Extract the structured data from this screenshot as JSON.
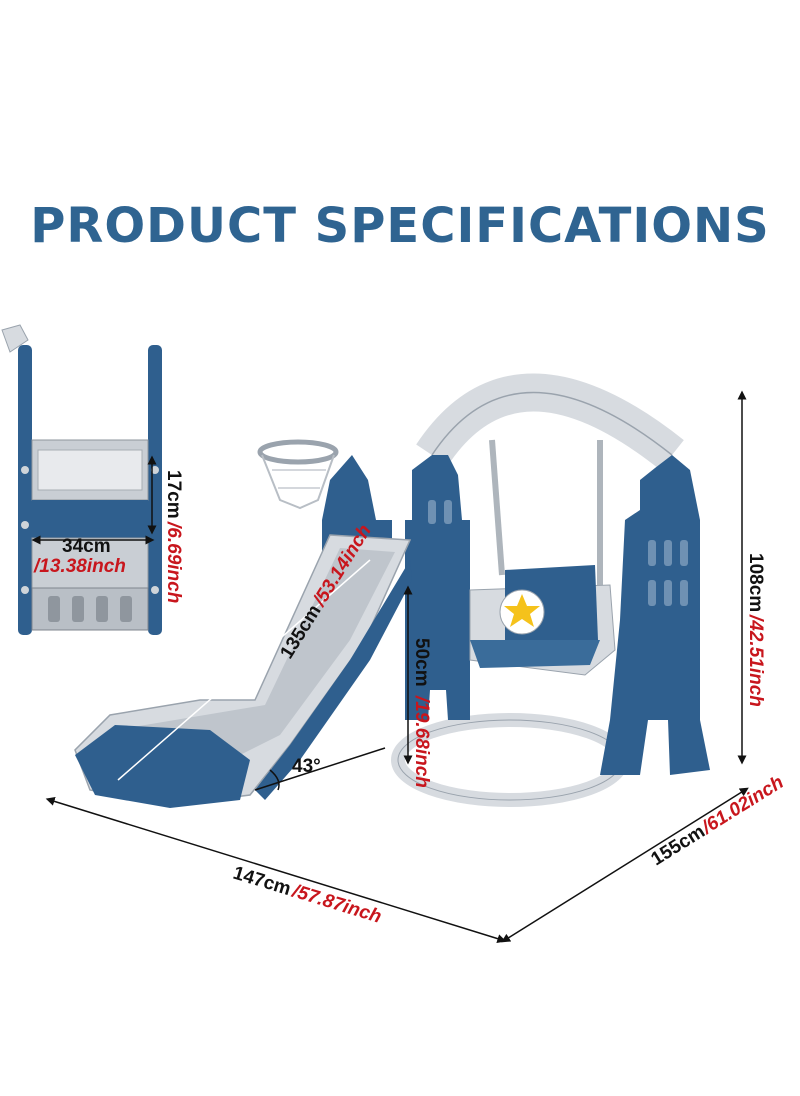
{
  "title": "PRODUCT SPECIFICATIONS",
  "colors": {
    "title": "#2f6491",
    "primary": "#2f5f8e",
    "light": "#d7dbe0",
    "metric": "#111111",
    "imperial": "#c8161d"
  },
  "dimensions": {
    "ladder_width": {
      "metric": "34cm",
      "imperial": "/13.38inch"
    },
    "ladder_step": {
      "metric": "17cm",
      "imperial": "/6.69inch"
    },
    "slide_length": {
      "metric": "135cm",
      "imperial": "/53.14inch"
    },
    "swing_height": {
      "metric": "50cm",
      "imperial": "/19.68inch"
    },
    "total_height": {
      "metric": "108cm",
      "imperial": "/42.51inch"
    },
    "depth": {
      "metric": "155cm",
      "imperial": "/61.02inch"
    },
    "width": {
      "metric": "147cm",
      "imperial": "/57.87inch"
    },
    "slide_angle": "43°"
  }
}
